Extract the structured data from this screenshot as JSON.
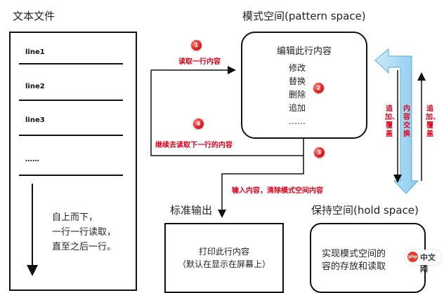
{
  "text_file": {
    "title": "文本文件",
    "lines": [
      "line1",
      "line2",
      "line3",
      "……"
    ],
    "note": [
      "自上而下，",
      "一行一行读取，",
      "直至之后一行。"
    ]
  },
  "pattern_space": {
    "title": "模式空间(pattern space)",
    "header": "编辑此行内容",
    "items": [
      "修改",
      "替换",
      "删除",
      "追加",
      "……"
    ]
  },
  "standard_output": {
    "title": "标准输出",
    "lines": [
      "打印此行内容",
      "（默认在显示在屏幕上）"
    ]
  },
  "hold_space": {
    "title": "保持空间(hold space)",
    "lines": [
      "实现模式空间的",
      "容的存放和读取"
    ]
  },
  "steps": [
    {
      "num": "1",
      "label": "读取一行内容"
    },
    {
      "num": "2",
      "label": ""
    },
    {
      "num": "3",
      "label": "输入内容，清除模式空间内容"
    },
    {
      "num": "4",
      "label": "继续去读取下一行的内容"
    }
  ],
  "side_labels": {
    "left": "追加、覆盖",
    "middle": "内容交换",
    "right": "追加、覆盖"
  },
  "logo": {
    "icon": "php-logo-icon",
    "text": "中文网",
    "badge": "php"
  },
  "colors": {
    "accent_red": "#e0001a",
    "swap_arrow": "#9fd3f0"
  }
}
